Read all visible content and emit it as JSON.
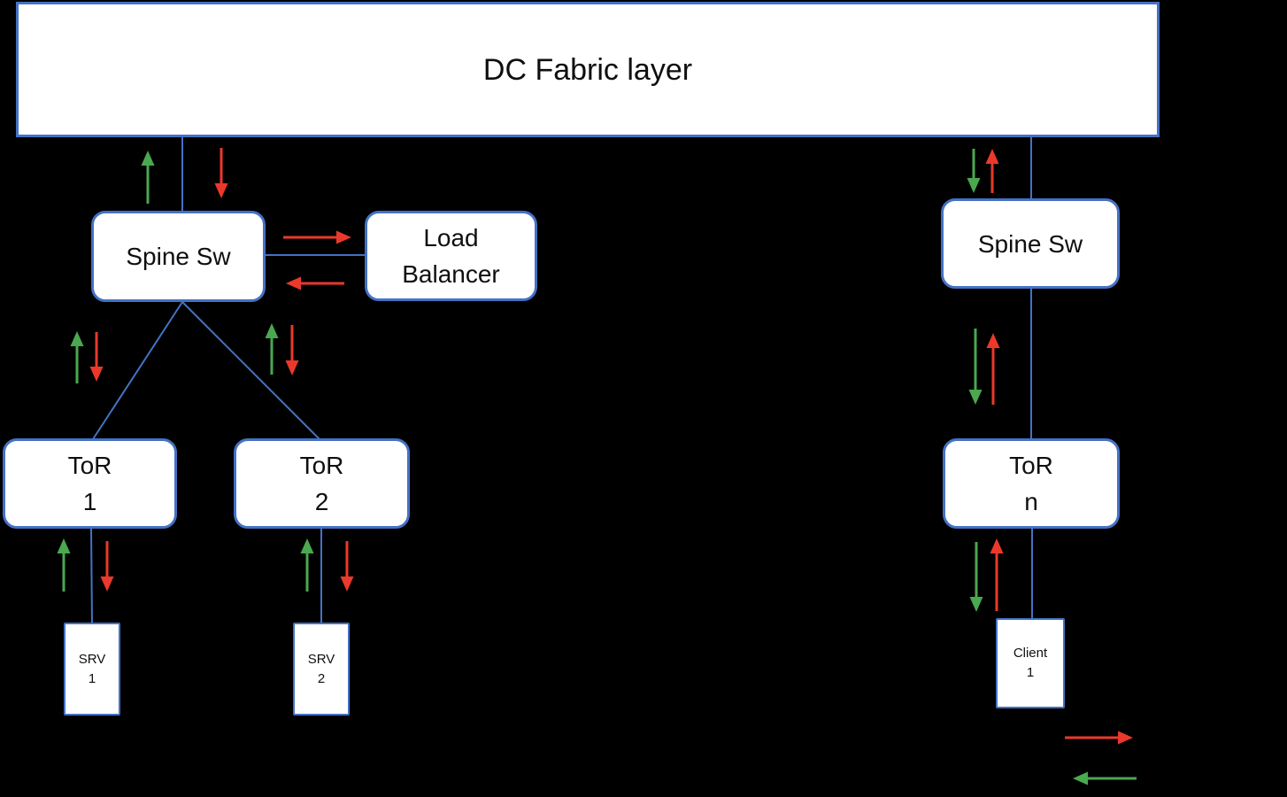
{
  "diagram": {
    "title": "DC Fabric layer",
    "nodes": {
      "fabric": {
        "label": "DC Fabric layer"
      },
      "spine_left": {
        "label": "Spine Sw"
      },
      "load_balancer": {
        "line1": "Load",
        "line2": "Balancer"
      },
      "tor1": {
        "line1": "ToR",
        "line2": "1"
      },
      "tor2": {
        "line1": "ToR",
        "line2": "2"
      },
      "srv1": {
        "line1": "SRV",
        "line2": "1"
      },
      "srv2": {
        "line1": "SRV",
        "line2": "2"
      },
      "spine_right": {
        "label": "Spine Sw"
      },
      "tor_n": {
        "line1": "ToR",
        "line2": "n"
      },
      "client1": {
        "line1": "Client",
        "line2": "1"
      }
    },
    "flows": {
      "green_direction_left_side": "up",
      "red_direction_left_side": "down",
      "green_direction_right_side": "down",
      "red_direction_right_side": "up"
    },
    "legend": {
      "red_arrow_points": "right",
      "green_arrow_points": "left"
    },
    "colors": {
      "background": "#000000",
      "node_fill": "#ffffff",
      "node_border": "#4472c4",
      "connector": "#4472c4",
      "flow_green": "#4aa84f",
      "flow_red": "#ea392a",
      "text": "#0f0f0f"
    }
  }
}
